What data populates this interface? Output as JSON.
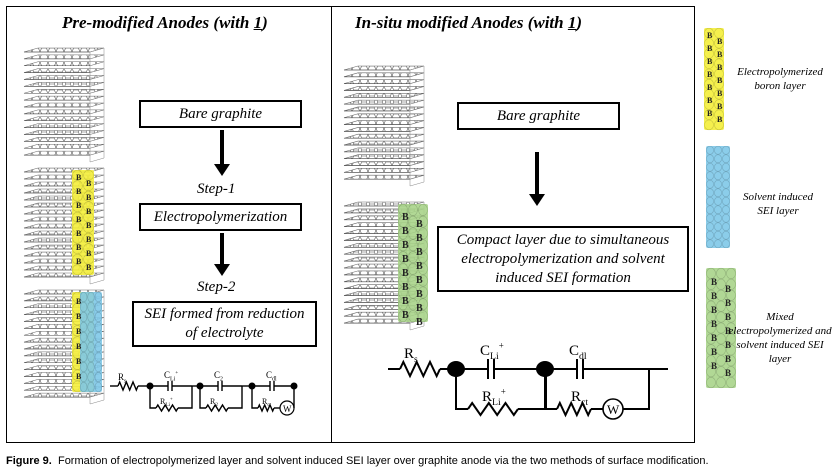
{
  "left_panel": {
    "title_prefix": "Pre-modified Anodes (with ",
    "title_num": "1",
    "title_suffix": ")",
    "box_bare": "Bare graphite",
    "step1": "Step-1",
    "box_electropoly": "Electropolymerization",
    "step2": "Step-2",
    "box_sei": "SEI formed from reduction of electrolyte",
    "circuit": {
      "rs": "R",
      "rs_sub": "s",
      "c1": "C",
      "c1_sub": "Li",
      "c1_sup": "+",
      "r1": "R",
      "r1_sub": "Li",
      "r1_sup": "+",
      "c2": "C",
      "c2_sub": "2",
      "r2": "R",
      "r2_sub": "2",
      "c3": "C",
      "c3_sub": "dl",
      "r3": "R",
      "r3_sub": "ct",
      "w": "W"
    }
  },
  "right_panel": {
    "title_prefix": "In-situ modified Anodes (with ",
    "title_num": "1",
    "title_suffix": ")",
    "box_bare": "Bare graphite",
    "box_compact": "Compact layer due to simultaneous electropolymerization and solvent induced SEI formation",
    "circuit": {
      "rs": "R",
      "rs_sub": "s",
      "c1": "C",
      "c1_sub": "Li",
      "c1_sup": "+",
      "r1": "R",
      "r1_sub": "Li",
      "r1_sup": "+",
      "c2": "C",
      "c2_sub": "dl",
      "r2": "R",
      "r2_sub": "ct",
      "w": "W"
    }
  },
  "legend": {
    "item1": "Electropolymerized boron layer",
    "item2": "Solvent induced SEI layer",
    "item3": "Mixed electropolymerized and solvent induced SEI layer",
    "boron_letter": "B"
  },
  "caption": {
    "label": "Figure 9.",
    "text": "Formation of electropolymerized layer and solvent induced SEI layer over graphite anode via the two methods of surface modification."
  },
  "colors": {
    "boron_yellow": "#f4ee3a",
    "sei_blue": "#7ec8e8",
    "mixed_green": "#a8d48a",
    "graphite": "#6a6a6a"
  }
}
